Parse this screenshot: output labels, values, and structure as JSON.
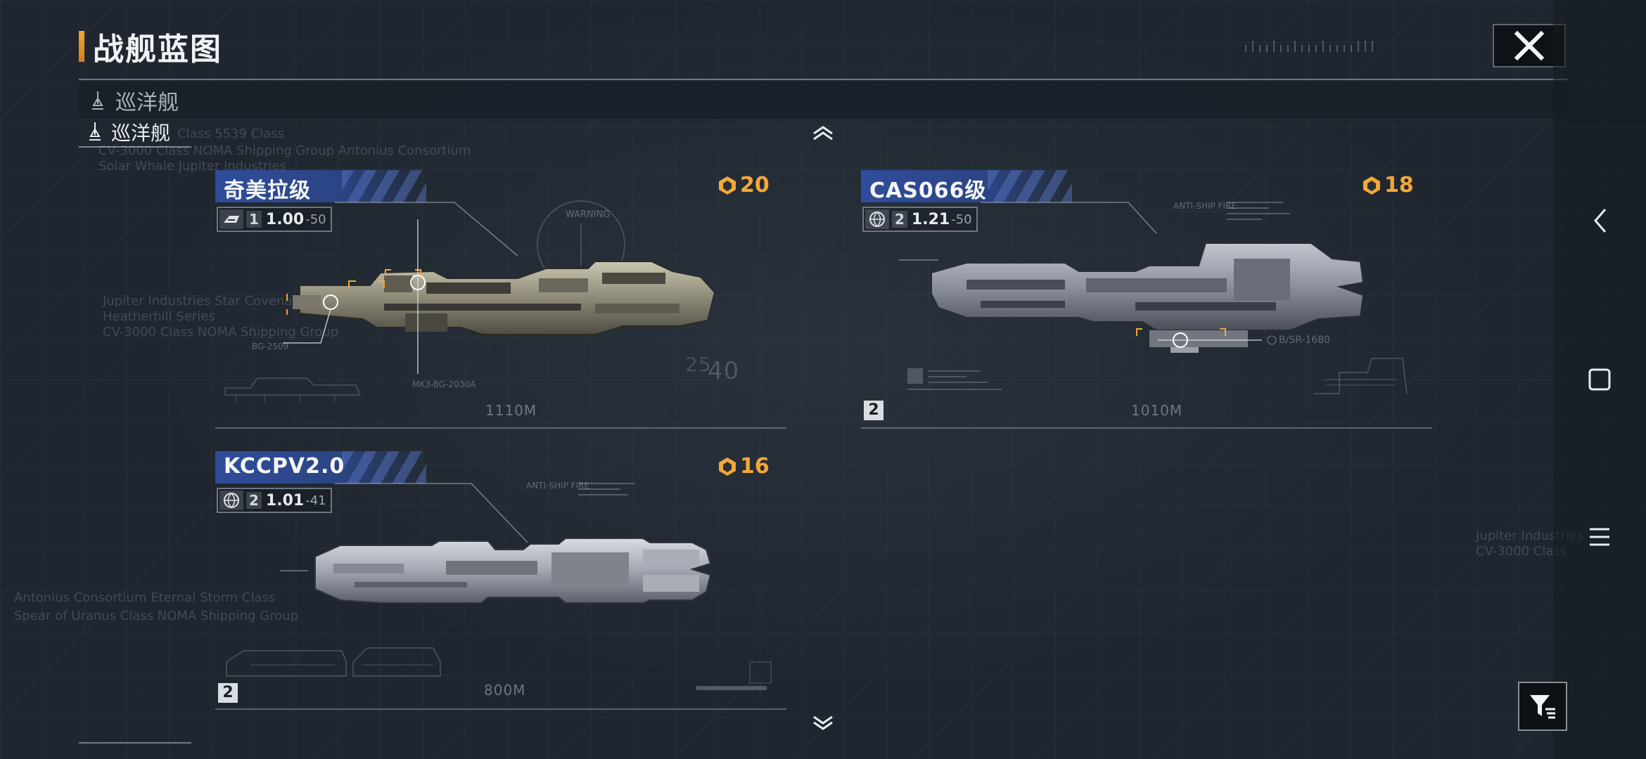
{
  "header": {
    "title": "战舰蓝图",
    "close_icon": "close-icon"
  },
  "category": {
    "dropdown_label": "巡洋舰",
    "selected_label": "巡洋舰",
    "icon": "cruiser-icon"
  },
  "ships": [
    {
      "name": "奇美拉级",
      "cost": "20",
      "tier": "1",
      "stat_value": "1.00",
      "stat_sub": "-50",
      "length": "1110M",
      "rank_badge": "",
      "stat_icon": "ship-type-icon",
      "annotations": [
        "WARNING",
        "BG-2509",
        "MK3-BG-2030A",
        "25",
        "40"
      ]
    },
    {
      "name": "CAS066级",
      "cost": "18",
      "tier": "2",
      "stat_value": "1.21",
      "stat_sub": "-50",
      "length": "1010M",
      "rank_badge": "2",
      "stat_icon": "globe-icon",
      "annotations": [
        "ANTI-SHIP FIRE",
        "B/SR-1680"
      ]
    },
    {
      "name": "KCCPV2.0",
      "cost": "16",
      "tier": "2",
      "stat_value": "1.01",
      "stat_sub": "-41",
      "length": "800M",
      "rank_badge": "2",
      "stat_icon": "globe-icon",
      "annotations": [
        "ANTI-SHIP FIRE"
      ]
    }
  ],
  "background_text": [
    "Class 5539 Class",
    "CV-3000 Class NOMA Shipping Group Antonius Consortium",
    "Solar Whale Jupiter Industries",
    "Jupiter Industries Star Covenant",
    "Heatherhill Series",
    "CV-3000 Class NOMA Shipping Group",
    "Antonius Consortium Eternal Storm Class",
    "Spear of Uranus Class NOMA Shipping Group",
    "Jupiter Industries",
    "CV-3000 Class"
  ],
  "nav": {
    "back_icon": "back-icon",
    "home_icon": "home-icon",
    "menu_icon": "menu-icon",
    "filter_icon": "filter-icon"
  },
  "colors": {
    "accent_orange": "#f3a73a",
    "header_blue": "#2f4d9b",
    "background": "#1f262f"
  }
}
